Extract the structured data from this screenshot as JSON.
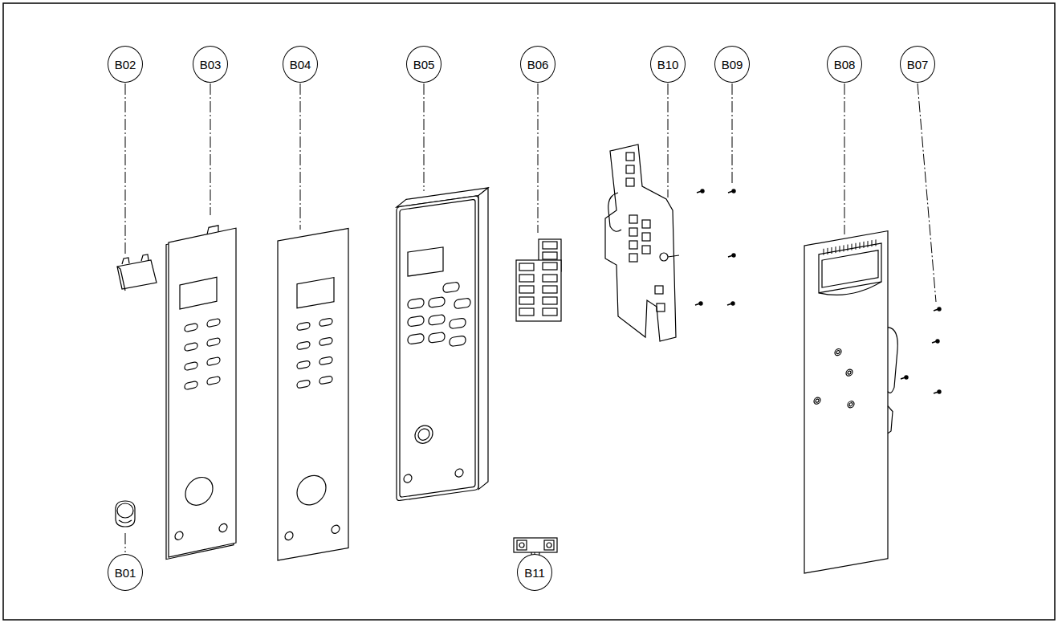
{
  "diagram": {
    "nodes": [
      {
        "text": [
          "B02"
        ]
      },
      {
        "text": [
          "B03"
        ]
      },
      {
        "text": [
          "B04"
        ]
      },
      {
        "text": [
          "B05"
        ]
      },
      {
        "text": [
          "B06"
        ]
      },
      {
        "text": [
          "B10"
        ]
      },
      {
        "text": [
          "B09"
        ]
      },
      {
        "text": [
          "B08"
        ]
      },
      {
        "text": [
          "B07"
        ]
      },
      {
        "text": [
          "B01"
        ]
      },
      {
        "text": [
          "B11"
        ]
      }
    ]
  }
}
